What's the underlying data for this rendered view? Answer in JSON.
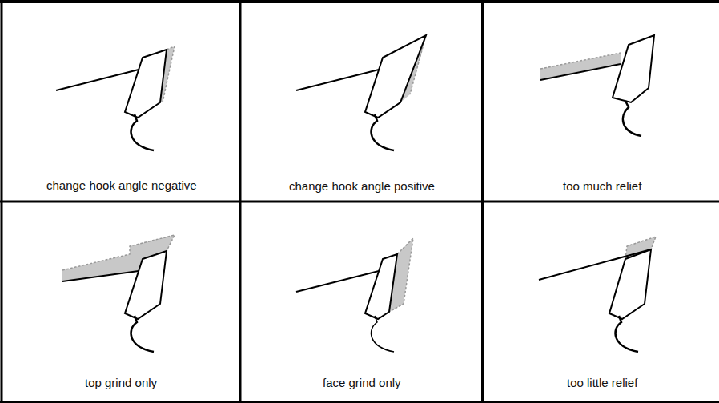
{
  "diagram": {
    "nodes": [
      {
        "text": [
          "change hook angle negative"
        ]
      },
      {
        "text": [
          "change hook angle positive"
        ]
      },
      {
        "text": [
          "too much relief"
        ]
      },
      {
        "text": [
          "top grind only"
        ]
      },
      {
        "text": [
          "face grind only"
        ]
      },
      {
        "text": [
          "too little relief"
        ]
      }
    ]
  }
}
